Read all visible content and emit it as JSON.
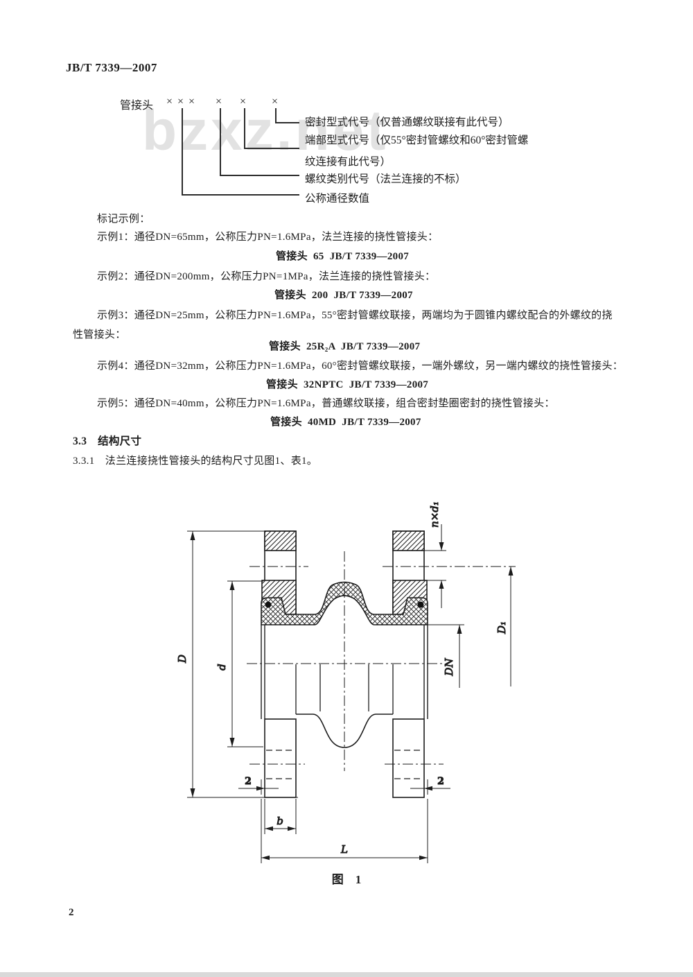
{
  "page": {
    "header": "JB/T 7339—2007",
    "page_number": "2",
    "watermark": "bzxz.net"
  },
  "designation": {
    "parts": [
      "管接头",
      "×××",
      "×",
      "×",
      "×"
    ],
    "callouts": [
      "密封型式代号（仅普通螺纹联接有此代号）",
      "端部型式代号（仅55°密封管螺纹和60°密封管螺",
      "纹连接有此代号）",
      "螺纹类别代号（法兰连接的不标）",
      "公称通径数值"
    ]
  },
  "examples": {
    "title": "标记示例：",
    "items": [
      {
        "desc": "示例1：通径DN=65mm，公称压力PN=1.6MPa，法兰连接的挠性管接头：",
        "mark": "管接头  65  JB/T 7339—2007"
      },
      {
        "desc": "示例2：通径DN=200mm，公称压力PN=1MPa，法兰连接的挠性管接头：",
        "mark": "管接头  200  JB/T 7339—2007"
      },
      {
        "desc": "示例3：通径DN=25mm，公称压力PN=1.6MPa，55°密封管螺纹联接，两端均为于圆锥内螺纹配合的外螺纹的挠",
        "desc2": "性管接头：",
        "mark": "管接头  25R₂A  JB/T 7339—2007"
      },
      {
        "desc": "示例4：通径DN=32mm，公称压力PN=1.6MPa，60°密封管螺纹联接，一端外螺纹，另一端内螺纹的挠性管接头：",
        "mark": "管接头  32NPTC  JB/T 7339—2007"
      },
      {
        "desc": "示例5：通径DN=40mm，公称压力PN=1.6MPa，普通螺纹联接，组合密封垫圈密封的挠性管接头：",
        "mark": "管接头  40MD  JB/T 7339—2007"
      }
    ]
  },
  "sections": {
    "s33": "3.3　结构尺寸",
    "s331": "3.3.1　法兰连接挠性管接头的结构尺寸见图1、表1。"
  },
  "figure": {
    "caption": "图　1",
    "labels": {
      "D": "D",
      "d": "d",
      "n_d1": "n×d₁",
      "DN": "DN",
      "D1": "D₁",
      "two_left": "2",
      "two_right": "2",
      "b": "b",
      "L": "L"
    }
  }
}
